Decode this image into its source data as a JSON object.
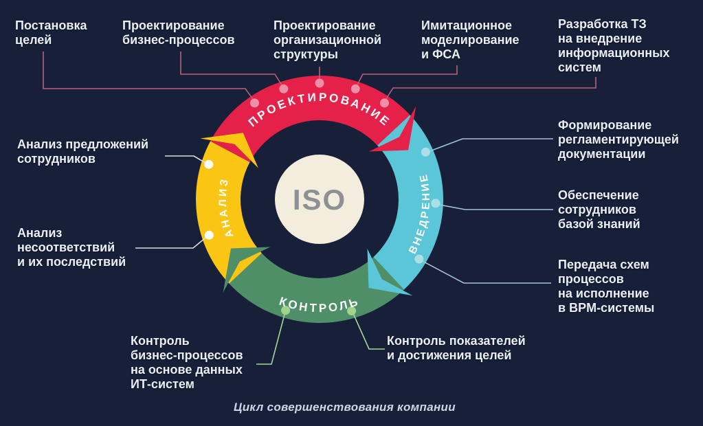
{
  "caption": "Цикл совершенствования компании",
  "center": {
    "label": "ISO"
  },
  "colors": {
    "background": "#172038",
    "label_text": "#E9EFF7",
    "caption_text": "#CBD6E6",
    "center_fill": "#F2EDDC",
    "center_text": "#8F9094"
  },
  "ring": {
    "segments": [
      {
        "id": "design",
        "label": "ПРОЕКТИРОВАНИЕ",
        "color": "#E62149",
        "dot_color": "#F08FA6",
        "line_color": "#BE5F7B"
      },
      {
        "id": "implementation",
        "label": "ВНЕДРЕНИЕ",
        "color": "#5AC6D7",
        "dot_color": "#ACDFE8",
        "line_color": "#A3C4D6"
      },
      {
        "id": "control",
        "label": "КОНТРОЛЬ",
        "color": "#4F8F68",
        "dot_color": "#9FD48E",
        "line_color": "#A8D69A"
      },
      {
        "id": "analysis",
        "label": "АНАЛИЗ",
        "color": "#FBC513",
        "dot_color": "#FFFFFF",
        "line_color": "#DCDEE2"
      }
    ]
  },
  "labels": [
    {
      "id": "goal-setting",
      "text": "Постановка\nцелей"
    },
    {
      "id": "bp-design",
      "text": "Проектирование\nбизнес-процессов"
    },
    {
      "id": "org-design",
      "text": "Проектирование\nорганизационной\nструктуры"
    },
    {
      "id": "simulation",
      "text": "Имитационное\nмоделирование\nи ФСА"
    },
    {
      "id": "tz-development",
      "text": "Разработка ТЗ\nна внедрение\nинформационных\nсистем"
    },
    {
      "id": "reg-docs",
      "text": "Формирование\nрегламентирующей\nдокументации"
    },
    {
      "id": "knowledge-base",
      "text": "Обеспечение\nсотрудников\nбазой знаний"
    },
    {
      "id": "bpm-transfer",
      "text": "Передача схем\nпроцессов\nна исполнение\nв BPM-системы"
    },
    {
      "id": "kpi-control",
      "text": "Контроль показателей\nи достижения целей"
    },
    {
      "id": "it-control",
      "text": "Контроль\nбизнес-процессов\nна основе данных\nИТ-систем"
    },
    {
      "id": "suggestions",
      "text": "Анализ предложений\nсотрудников"
    },
    {
      "id": "nonconformity",
      "text": "Анализ\nнесоответствий\nи их последствий"
    }
  ]
}
